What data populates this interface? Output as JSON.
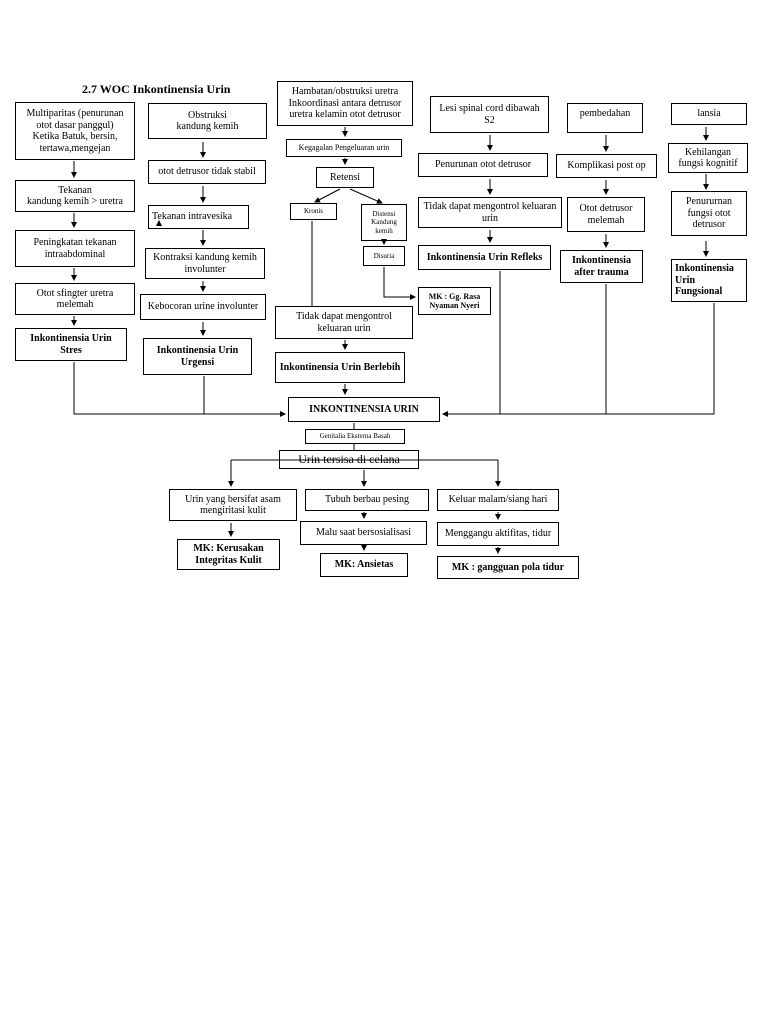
{
  "title": "2.7 WOC Inkontinensia Urin",
  "nodes": {
    "multiparitas": "Multiparitas (penurunan otot dasar panggul)\nKetika Batuk, bersin, tertawa,mengejan",
    "tekanan_kk": "Tekanan\nkandung kemih  > uretra",
    "peningkatan": "Peningkatan tekanan intraabdominal",
    "otot_sfingter": "Otot sfingter uretra melemah",
    "ink_stres": "Inkontinensia Urin Stres",
    "obstruksi": "Obstruksi\nkandung kemih",
    "otot_detrusor": "otot detrusor  tidak stabil",
    "tekanan_intravesika": "Tekanan intravesika",
    "kontraksi": "Kontraksi kandung kemih involunter",
    "kebocoran": "Kebocoran urine involunter",
    "ink_urgensi": "Inkontinensia Urin Urgensi",
    "hambatan": "Hambatan/obstruksi uretra Inkoordinasi antara detrusor uretra kelamin otot detrusor",
    "kegagalan": "Kegagalan Pengeluaran urin",
    "retensi": "Retensi",
    "kronis": "Kronis",
    "distensi": "Distensi Kandung kemih",
    "disuria": "Disuria",
    "mk_nyeri": "MK : Gg. Rasa Nyaman Nyeri",
    "tidak_dapat_mid": "Tidak dapat mengontrol keluaran urin",
    "ink_berlebih": "Inkontinensia Urin Berlebih",
    "lesi": "Lesi spinal cord dibawah S2",
    "penurunan_detrusor": "Penurunan otot detrusor",
    "tidak_dapat_right": "Tidak dapat mengontrol keluaran urin",
    "ink_refleks": "Inkontinensia Urin Refleks",
    "pembedahan": "pembedahan",
    "komplikasi": "Komplikasi post op",
    "otot_detrusor_melemah": "Otot detrusor melemah",
    "ink_trauma": "Inkontinensia after trauma",
    "lansia": "lansia",
    "kehilangan": "Kehilangan fungsi kognitif",
    "penurunan_fungsi": "Penururnan fungsi otot detrusor",
    "ink_fungsional": "Inkontinensia Urin Fungsional",
    "inkontinensia_urin": "INKONTINENSIA URIN",
    "genitalia": "Genitalia Eksterna Basah",
    "urin_tersisa": "Urin tersisa di celana",
    "urin_asam": "Urin yang bersifat asam mengiritasi kulit",
    "mk_kulit": "MK: Kerusakan Integritas Kulit",
    "tubuh_pesing": "Tubuh berbau pesing",
    "malu": "Malu saat bersosialisasi",
    "mk_ansietas": "MK: Ansietas",
    "keluar_malam": "Keluar malam/siang hari",
    "mengganggu": "Menggangu aktifitas, tidur",
    "mk_tidur": "MK : gangguan pola tidur"
  }
}
